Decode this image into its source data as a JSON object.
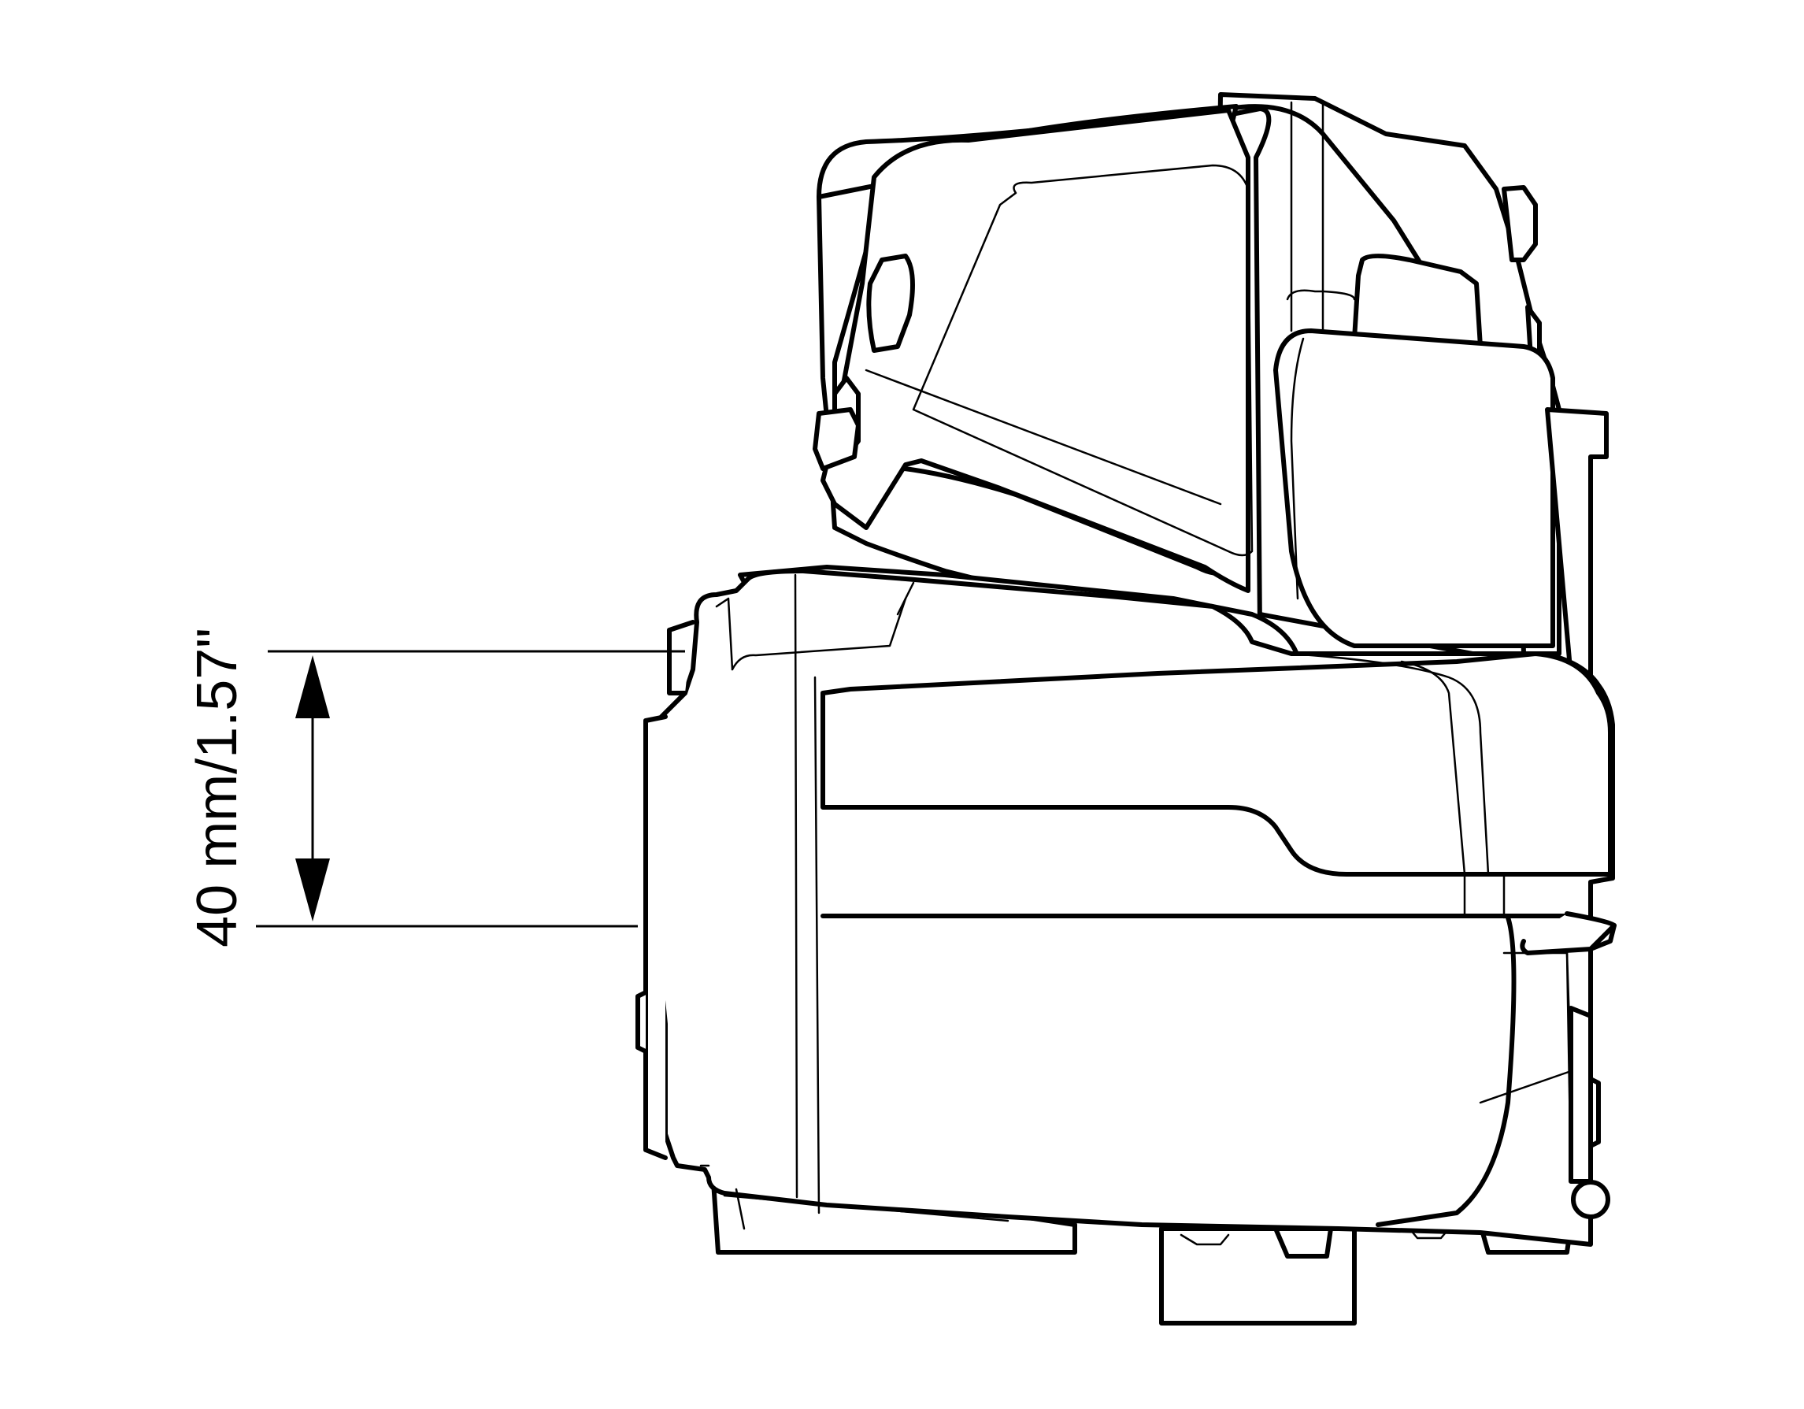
{
  "dimension": {
    "label": "40 mm/1.57\"",
    "value_mm": 40,
    "value_in": 1.57
  },
  "colors": {
    "line": "#000000",
    "background": "#ffffff"
  }
}
